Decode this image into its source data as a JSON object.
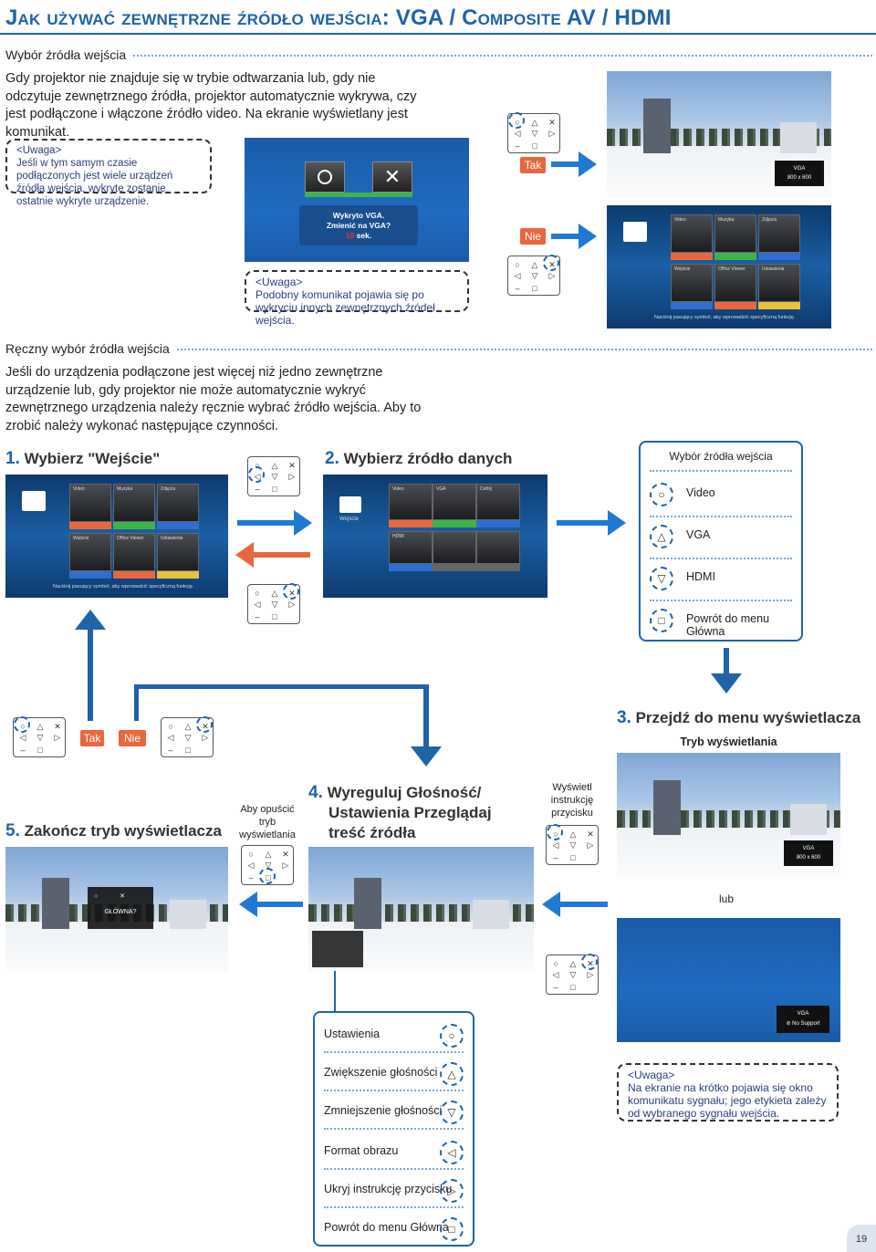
{
  "title": "Jak używać zewnętrzne źródło wejścia: VGA / Composite AV / HDMI",
  "sec1": {
    "heading": "Wybór źródła wejścia",
    "text": "Gdy projektor nie znajduje się w trybie odtwarzania lub, gdy nie odczytuje zewnętrznego źródła, projektor automatycznie wykrywa, czy jest podłączone i włączone źródło video. Na ekranie wyświetlany jest komunikat.",
    "note1": {
      "head": "<Uwaga>",
      "body": "Jeśli w tym samym czasie podłączonych jest wiele urządzeń źródła wejścia, wykryte zostanie ostatnie wykryte urządzenie."
    },
    "dialog": {
      "line1": "Wykryto VGA.",
      "line2": "Zmienić na VGA?",
      "count": "10",
      "unit": "sek."
    },
    "note2": {
      "head": "<Uwaga>",
      "body": "Podobny komunikat pojawia się po wykryciu innych zewnętrznych źródeł wejścia."
    },
    "yes": "Tak",
    "no": "Nie",
    "vga_badge": {
      "label": "VGA",
      "res": "800 x 600"
    }
  },
  "menu": {
    "items": [
      "Video",
      "Muzyka",
      "Zdjęcia",
      "Wejście",
      "Office Viewer",
      "Ustawienia"
    ],
    "hint": "Naciśnij pasujący symbol, aby wprowadzić specyficzną funkcję."
  },
  "sec2": {
    "heading": "Ręczny wybór źródła wejścia",
    "text": "Jeśli do urządzenia podłączone jest więcej niż jedno zewnętrzne urządzenie lub, gdy projektor nie może automatycznie wykryć zewnętrznego urządzenia należy ręcznie wybrać źródło wejścia. Aby to zrobić należy wykonać następujące czynności."
  },
  "step1": {
    "num": "1.",
    "text": "Wybierz \"Wejście\""
  },
  "step2": {
    "num": "2.",
    "text": "Wybierz źródło danych"
  },
  "source_menu": {
    "tiles": [
      "Video",
      "VGA",
      "Cofnij",
      "HDMI"
    ],
    "label": "Wejście"
  },
  "source_panel": {
    "title": "Wybór źródła wejścia",
    "items": [
      "Video",
      "VGA",
      "HDMI",
      "Powrót do menu Główna"
    ]
  },
  "step3": {
    "num": "3.",
    "text": "Przejdź do menu wyświetlacza",
    "sub": "Tryb wyświetlania"
  },
  "lub": "lub",
  "nosupport": {
    "label": "VGA",
    "text": "No Support"
  },
  "step4": {
    "num": "4.",
    "line1": "Wyreguluj Głośność/",
    "line2": "Ustawienia Przeglądaj",
    "line3": "treść źródła"
  },
  "show_hint": "Wyświetl instrukcję przycisku",
  "step5": {
    "num": "5.",
    "text": "Zakończ tryb wyświetlacza"
  },
  "exit_hint": "Aby opuścić tryb wyświetlania",
  "home_dialog": "GŁÓWNA?",
  "settings_panel": {
    "items": [
      "Ustawienia",
      "Zwiększenie głośności",
      "Zmniejszenie głośności",
      "Format obrazu",
      "Ukryj instrukcję przycisku",
      "Powrót do menu Główna"
    ]
  },
  "note3": {
    "head": "<Uwaga>",
    "body": "Na ekranie na krótko pojawia się okno komunikatu sygnału; jego etykieta zależy od wybranego sygnału wejścia."
  },
  "page_number": "19"
}
